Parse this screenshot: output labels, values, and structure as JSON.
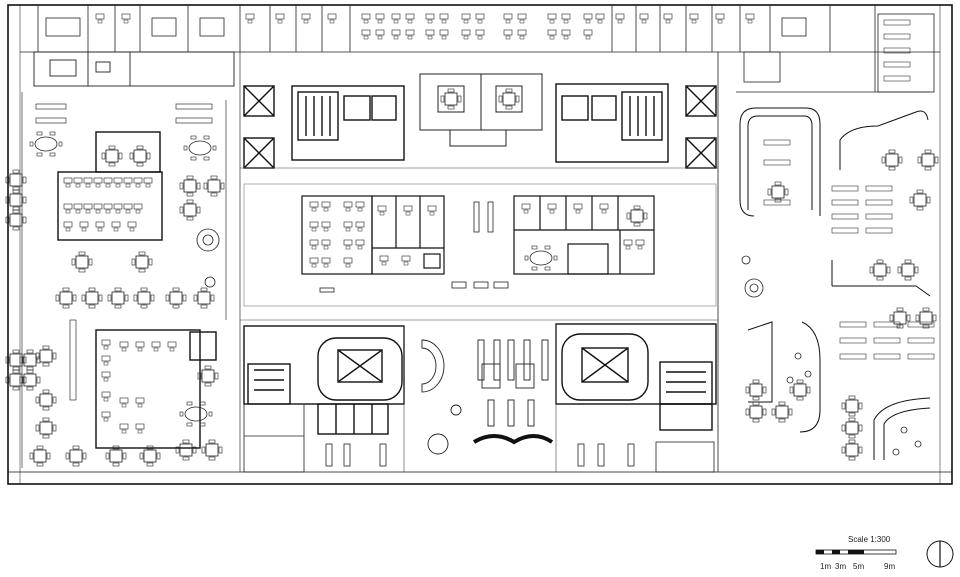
{
  "drawing": {
    "scale_label": "Scale 1:300",
    "scale_ticks": [
      "1m",
      "3m",
      "5m",
      "9m"
    ]
  },
  "north_arrow": {
    "icon": "north-arrow-icon"
  },
  "colors": {
    "line": "#1a1a1a",
    "wall": "#111111",
    "thin": "#6b6b6b",
    "paper": "#ffffff"
  }
}
